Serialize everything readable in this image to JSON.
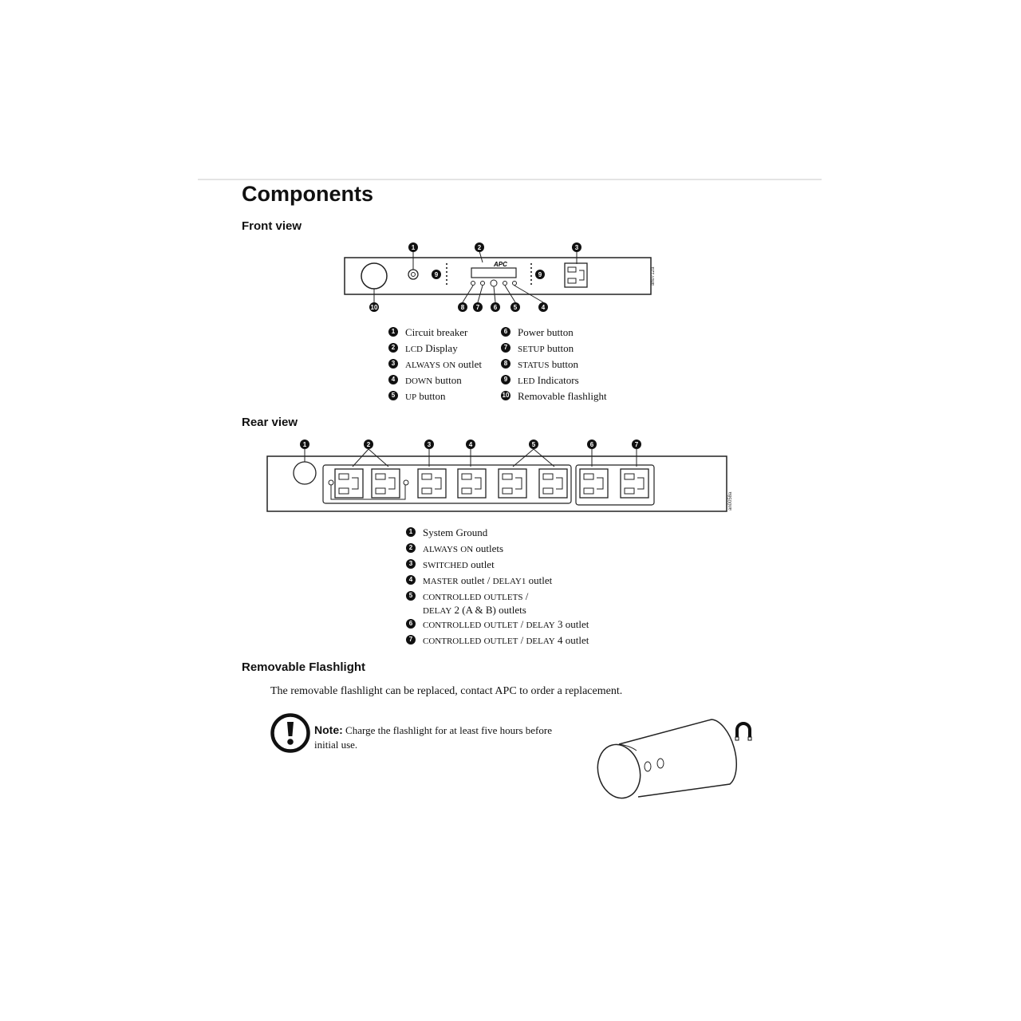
{
  "page": {
    "title": "Components"
  },
  "front_view": {
    "heading": "Front view",
    "brand_label": "APC",
    "figure_code": "an0712a",
    "callouts": [
      "1",
      "2",
      "3",
      "8",
      "7",
      "6",
      "5",
      "4",
      "9",
      "9",
      "10"
    ],
    "legend_left": [
      {
        "num": "1",
        "text": "Circuit breaker"
      },
      {
        "num": "2",
        "text": "LCD Display"
      },
      {
        "num": "3",
        "text": "ALWAYS ON outlet"
      },
      {
        "num": "4",
        "text": "DOWN button"
      },
      {
        "num": "5",
        "text": "UP button"
      }
    ],
    "legend_right": [
      {
        "num": "6",
        "text": "Power button"
      },
      {
        "num": "7",
        "text": "SETUP button"
      },
      {
        "num": "8",
        "text": "STATUS button"
      },
      {
        "num": "9",
        "text": "LED Indicators"
      },
      {
        "num": "10",
        "text": "Removable flashlight"
      }
    ]
  },
  "rear_view": {
    "heading": "Rear view",
    "figure_code": "an0058a",
    "callouts": [
      "1",
      "2",
      "3",
      "4",
      "5",
      "6",
      "7"
    ],
    "legend": [
      {
        "num": "1",
        "text": "System Ground"
      },
      {
        "num": "2",
        "text": "ALWAYS ON outlets"
      },
      {
        "num": "3",
        "text": "SWITCHED outlet"
      },
      {
        "num": "4",
        "text": "MASTER outlet / DELAY1 outlet"
      },
      {
        "num": "5",
        "text": "CONTROLLED OUTLETS /\nDELAY 2 (A & B) outlets"
      },
      {
        "num": "6",
        "text": "CONTROLLED OUTLET / DELAY 3 outlet"
      },
      {
        "num": "7",
        "text": "CONTROLLED OUTLET / DELAY 4 outlet"
      }
    ]
  },
  "flashlight": {
    "heading": "Removable Flashlight",
    "paragraph": "The removable flashlight can be replaced, contact APC to order a replacement.",
    "note_label": "Note:",
    "note_text": "Charge the flashlight for at least five hours before initial use."
  }
}
